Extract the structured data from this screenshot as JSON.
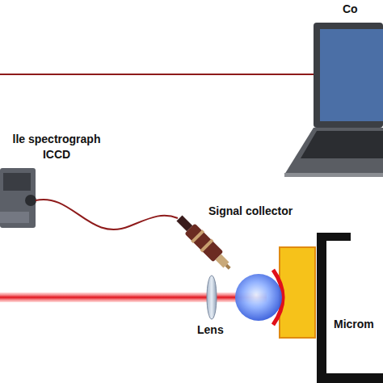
{
  "diagram": {
    "labels": [
      "Co",
      "lle spectrograph ICCD",
      "Signal collector",
      "Lens",
      "Microm"
    ]
  }
}
